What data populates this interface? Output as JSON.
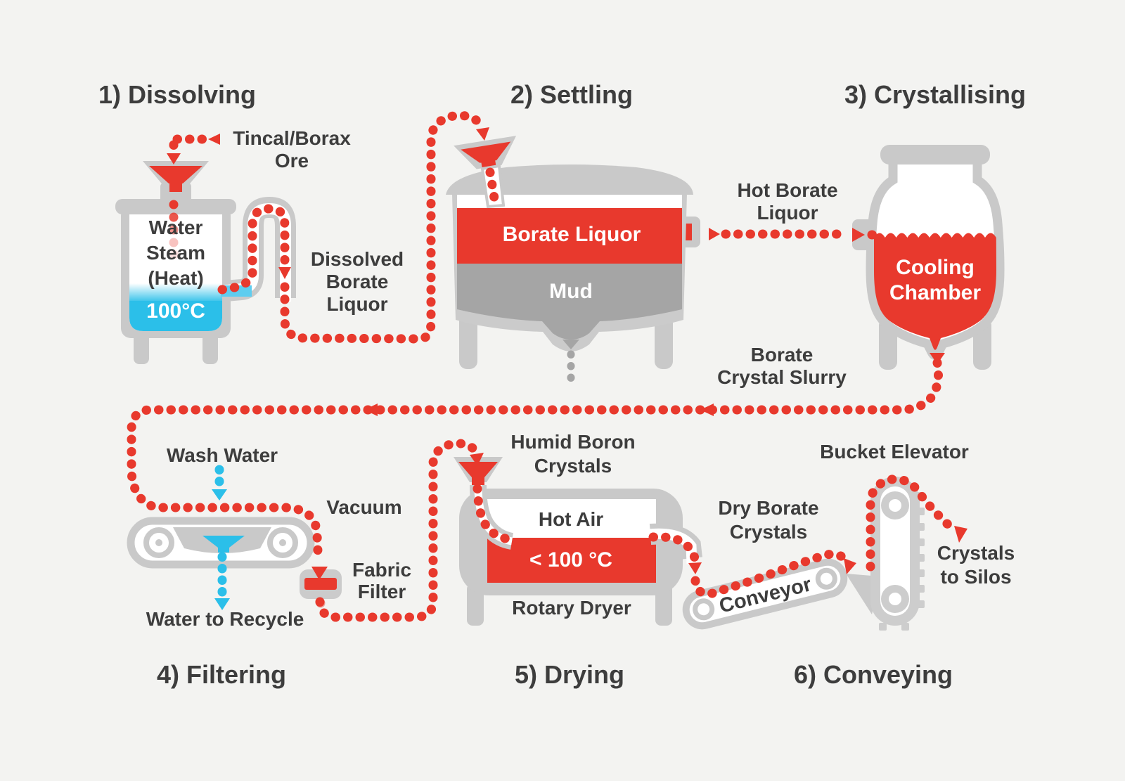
{
  "diagram": "Borate / Tincal ore processing flow",
  "palette": {
    "background": "#f3f3f1",
    "flow_red": "#e8392d",
    "equipment_gray": "#c9c9c9",
    "mud_gray": "#a5a5a5",
    "water_blue": "#2bbfe9",
    "text_dark": "#3d3d3d",
    "text_white": "#ffffff"
  },
  "sections": {
    "dissolving": {
      "title": "1) Dissolving",
      "ore_line1": "Tincal/Borax",
      "ore_line2": "Ore",
      "tank_line1": "Water",
      "tank_line2": "Steam",
      "tank_line3": "(Heat)",
      "tank_temp": "100°C",
      "out_line1": "Dissolved",
      "out_line2": "Borate",
      "out_line3": "Liquor"
    },
    "settling": {
      "title": "2) Settling",
      "layer_top": "Borate Liquor",
      "layer_bottom": "Mud",
      "out_line1": "Hot Borate",
      "out_line2": "Liquor"
    },
    "crystallising": {
      "title": "3) Crystallising",
      "vessel_line1": "Cooling",
      "vessel_line2": "Chamber",
      "out_line1": "Borate",
      "out_line2": "Crystal Slurry"
    },
    "filtering": {
      "title": "4) Filtering",
      "wash": "Wash Water",
      "vacuum": "Vacuum",
      "filter_line1": "Fabric",
      "filter_line2": "Filter",
      "recycle": "Water to Recycle"
    },
    "drying": {
      "title": "5) Drying",
      "in_line1": "Humid Boron",
      "in_line2": "Crystals",
      "hot_air": "Hot Air",
      "temp": "< 100 °C",
      "machine": "Rotary Dryer",
      "out_line1": "Dry Borate",
      "out_line2": "Crystals"
    },
    "conveying": {
      "title": "6) Conveying",
      "elevator": "Bucket Elevator",
      "conveyor": "Conveyor",
      "silos_line1": "Crystals",
      "silos_line2": "to Silos"
    }
  }
}
